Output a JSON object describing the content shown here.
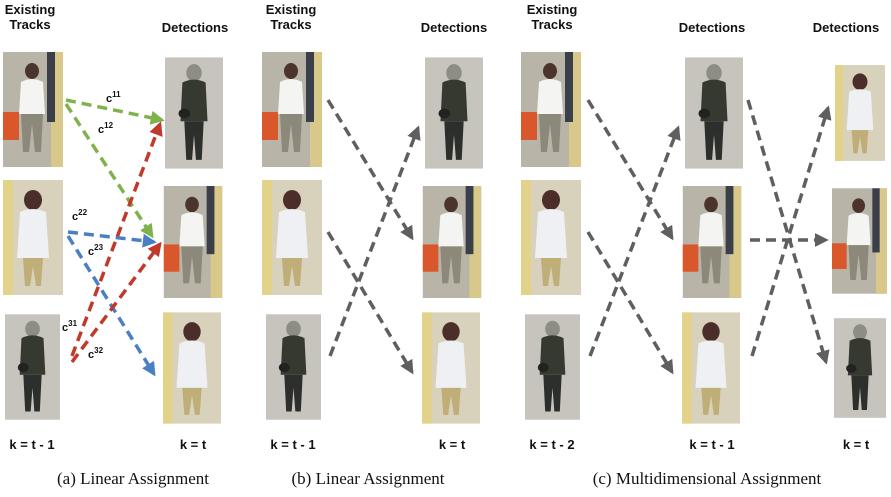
{
  "panels": [
    {
      "id": "a",
      "tracks_header": [
        "Existing",
        "Tracks"
      ],
      "detections_header": "Detections",
      "track_time_label": "k = t - 1",
      "detection_time_label": "k = t",
      "caption": "(a)  Linear Assignment",
      "cost_labels": [
        {
          "base": "c",
          "sup": "11"
        },
        {
          "base": "c",
          "sup": "12"
        },
        {
          "base": "c",
          "sup": "22"
        },
        {
          "base": "c",
          "sup": "23"
        },
        {
          "base": "c",
          "sup": "31"
        },
        {
          "base": "c",
          "sup": "32"
        }
      ]
    },
    {
      "id": "b",
      "tracks_header": [
        "Existing",
        "Tracks"
      ],
      "detections_header": "Detections",
      "track_time_label": "k = t - 1",
      "detection_time_label": "k = t",
      "caption": "(b)  Linear Assignment"
    },
    {
      "id": "c",
      "tracks_header": [
        "Existing",
        "Tracks"
      ],
      "middle_header": "Detections",
      "detections_header": "Detections",
      "track_time_label": "k = t - 2",
      "middle_time_label": "k = t - 1",
      "detection_time_label": "k = t",
      "caption": "(c)  Multidimensional Assignment"
    }
  ],
  "colors": {
    "green_arrow": "#7fb24a",
    "blue_arrow": "#4a7fc4",
    "red_arrow": "#c0392b",
    "gray_arrow": "#5f5f5f"
  }
}
